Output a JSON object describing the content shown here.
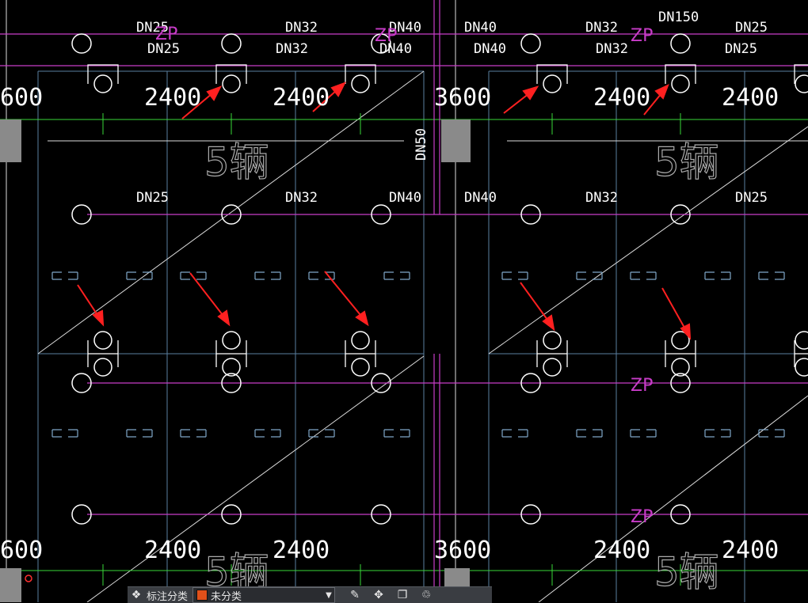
{
  "drawing": {
    "pipe_labels_top_row1": [
      "DN25",
      "DN32",
      "DN40",
      "DN40",
      "DN32",
      "DN150",
      "DN25"
    ],
    "pipe_labels_top_row2": [
      "DN25",
      "DN32",
      "DN40",
      "DN40",
      "DN32",
      "DN25"
    ],
    "pipe_labels_mid": [
      "DN25",
      "DN32",
      "DN40",
      "DN40",
      "DN32",
      "DN25"
    ],
    "vertical_pipe_label": "DN50",
    "riser_tags": [
      "ZP",
      "ZP",
      "ZP",
      "ZP",
      "ZP"
    ],
    "dimensions_top": [
      "600",
      "2400",
      "2400",
      "3600",
      "2400",
      "2400"
    ],
    "dimensions_bottom": [
      "600",
      "2400",
      "2400",
      "3600",
      "2400",
      "2400"
    ],
    "parking_labels": [
      "5辆",
      "5辆",
      "5辆",
      "5辆"
    ],
    "colors": {
      "pipe": "#c83cc8",
      "axis": "#39d839",
      "grid": "#5a7fa0",
      "arrow": "#ff2020",
      "column": "#8a8a8a"
    }
  },
  "toolbar": {
    "layer_icon": "layers-icon",
    "category_label": "标注分类",
    "category_value": "未分类",
    "category_color": "#e0501a",
    "tools": [
      "edit-icon",
      "move-icon",
      "copy-icon",
      "delete-icon"
    ]
  }
}
